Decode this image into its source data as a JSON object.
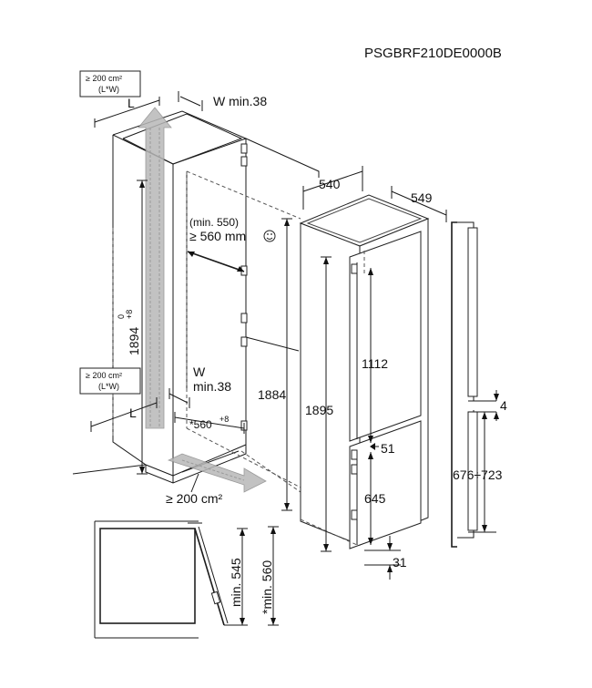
{
  "product_code": "PSGBRF210DE0000B",
  "labels": {
    "vent_top": "≥ 200 cm²",
    "vent_top_sub": "(L*W)",
    "vent_mid": "≥ 200 cm²",
    "vent_mid_sub": "(L*W)",
    "vent_bottom": "≥ 200 cm²",
    "L_top": "L",
    "L_mid": "L",
    "W_top": "W min.38",
    "W_mid": "W",
    "W_mid2": "min.38",
    "niche_height": "1894",
    "niche_height_tol": "+8",
    "niche_height_tol2": "0",
    "min550": "(min. 550)",
    "ge560": "≥ 560 mm",
    "depth_560": "*560",
    "depth_560_tol": "+8",
    "app_height": "1884",
    "width_540": "540",
    "depth_549": "549",
    "total_height": "1895",
    "upper_door": "1112",
    "gap_51": "51",
    "lower_door": "645",
    "foot_31": "31",
    "side_4": "4",
    "side_range": "676÷723",
    "min545": "min. 545",
    "star560": "*min. 560"
  },
  "icons": {
    "smiley": "smiley-icon"
  }
}
